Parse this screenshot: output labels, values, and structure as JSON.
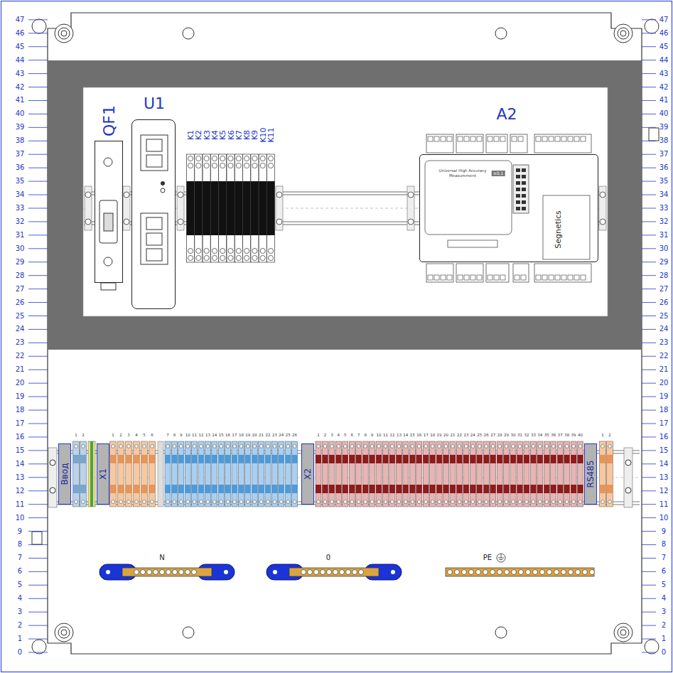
{
  "diagram": {
    "nodes": [
      {
        "text": [
          "QF1"
        ]
      },
      {
        "text": [
          "U1"
        ]
      },
      {
        "text": [
          "A2",
          "Universal High Accuracy Measurement",
          "±0,1",
          "Segnetics"
        ]
      },
      {
        "text": [
          "Ввод"
        ]
      },
      {
        "text": [
          "X1"
        ]
      },
      {
        "text": [
          "X2"
        ]
      },
      {
        "text": [
          "RS485"
        ]
      }
    ],
    "labels": [
      "0",
      "1",
      "2",
      "3",
      "4",
      "5",
      "6",
      "7",
      "8",
      "9",
      "10",
      "11",
      "12",
      "13",
      "14",
      "15",
      "16",
      "17",
      "18",
      "19",
      "20",
      "21",
      "22",
      "23",
      "24",
      "25",
      "26",
      "27",
      "28",
      "29",
      "30",
      "31",
      "32",
      "33",
      "34",
      "35",
      "36",
      "37",
      "38",
      "39",
      "40",
      "41",
      "42",
      "43",
      "44",
      "45",
      "46",
      "47",
      "0",
      "1",
      "2",
      "3",
      "4",
      "5",
      "6",
      "7",
      "8",
      "9",
      "10",
      "11",
      "12",
      "13",
      "14",
      "15",
      "16",
      "17",
      "18",
      "19",
      "20",
      "21",
      "22",
      "23",
      "24",
      "25",
      "26",
      "27",
      "28",
      "29",
      "30",
      "31",
      "32",
      "33",
      "34",
      "35",
      "36",
      "37",
      "38",
      "39",
      "40",
      "41",
      "42",
      "43",
      "44",
      "45",
      "46",
      "47",
      "K1",
      "K2",
      "K3",
      "K4",
      "K5",
      "K6",
      "K7",
      "K8",
      "K9",
      "K10",
      "K11",
      "1",
      "2",
      "1",
      "2",
      "3",
      "4",
      "5",
      "6",
      "7",
      "8",
      "9",
      "10",
      "11",
      "12",
      "13",
      "14",
      "15",
      "16",
      "17",
      "18",
      "19",
      "20",
      "21",
      "22",
      "23",
      "24",
      "25",
      "26",
      "1",
      "2",
      "3",
      "4",
      "5",
      "6",
      "7",
      "8",
      "9",
      "10",
      "11",
      "12",
      "13",
      "14",
      "15",
      "16",
      "17",
      "18",
      "19",
      "20",
      "21",
      "22",
      "23",
      "24",
      "25",
      "26",
      "27",
      "28",
      "29",
      "30",
      "31",
      "32",
      "33",
      "34",
      "35",
      "36",
      "37",
      "38",
      "39",
      "40",
      "1",
      "2",
      "N",
      "0",
      "PE"
    ]
  }
}
